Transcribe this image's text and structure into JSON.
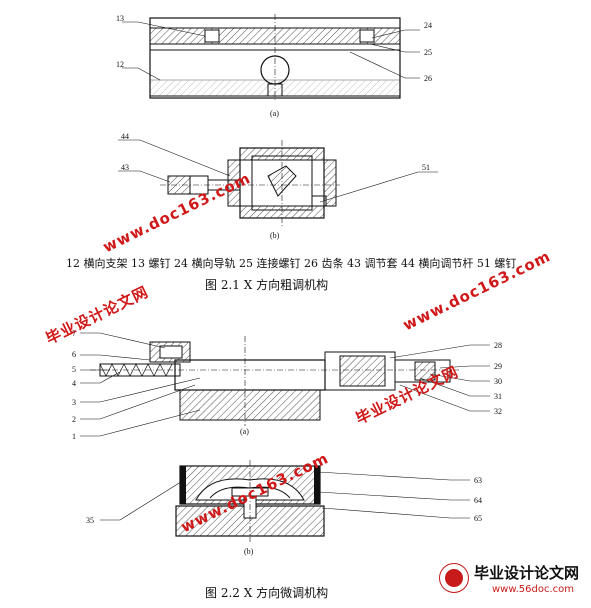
{
  "fig1": {
    "part_numbers_a": [
      "13",
      "12",
      "24",
      "25",
      "26"
    ],
    "sub_a": "(a)",
    "part_numbers_b": [
      "44",
      "43",
      "51"
    ],
    "sub_b": "(b)",
    "legend": "12 横向支架 13 螺钉 24 横向导轨 25 连接螺钉 26 齿条 43 调节套 44 横向调节杆 51 螺钉",
    "caption": "图 2.1   X 方向粗调机构"
  },
  "fig2": {
    "part_numbers_a_left": [
      "7",
      "6",
      "5",
      "4",
      "3",
      "2",
      "1"
    ],
    "part_numbers_a_right": [
      "28",
      "29",
      "30",
      "31",
      "32"
    ],
    "sub_a": "(a)",
    "part_numbers_b": [
      "63",
      "64",
      "65",
      "35"
    ],
    "sub_b": "(b)",
    "caption": "图 2.2  X 方向微调机构"
  },
  "watermarks": {
    "url": "www.doc163.com",
    "site_cn": "毕业设计论文网"
  },
  "logo": {
    "name": "毕业设计论文网",
    "url": "www.56doc.com"
  },
  "colors": {
    "watermark": "#d01818",
    "hatch": "#222222"
  }
}
